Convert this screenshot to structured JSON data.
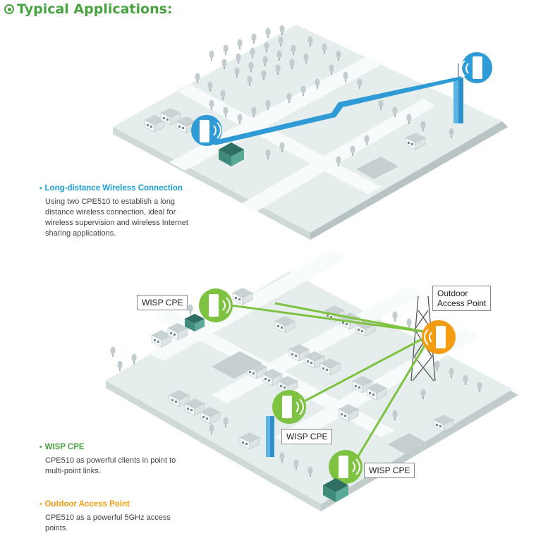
{
  "header": {
    "title": "Typical Applications:"
  },
  "colors": {
    "green_accent": "#48a23f",
    "blue_accent": "#1a9fd9",
    "orange_accent": "#f39c12",
    "ground": "#e4eceb",
    "road": "#f7faf9",
    "link_green": "#7ec242"
  },
  "long_distance": {
    "heading": "Long-distance Wireless Connection",
    "body": "Using two CPE510 to establish a long distance wireless connection, ideal for  wireless supervision and wireless Internet sharing applications."
  },
  "wisp": {
    "heading": "WISP CPE",
    "body": "CPE510 as powerful clients in point to multi-point links."
  },
  "ap": {
    "heading": "Outdoor Access Point",
    "body": "CPE510 as a powerful 5GHz access points."
  },
  "labels": {
    "wisp_cpe_1": "WISP CPE",
    "wisp_cpe_2": "WISP CPE",
    "wisp_cpe_3": "WISP CPE",
    "outdoor_ap_line1": "Outdoor",
    "outdoor_ap_line2": "Access Point"
  },
  "icons": [
    "target-bullet-icon",
    "cpe-device-icon",
    "wifi-signal-icon",
    "tower-icon",
    "tree-icon",
    "building-icon"
  ]
}
